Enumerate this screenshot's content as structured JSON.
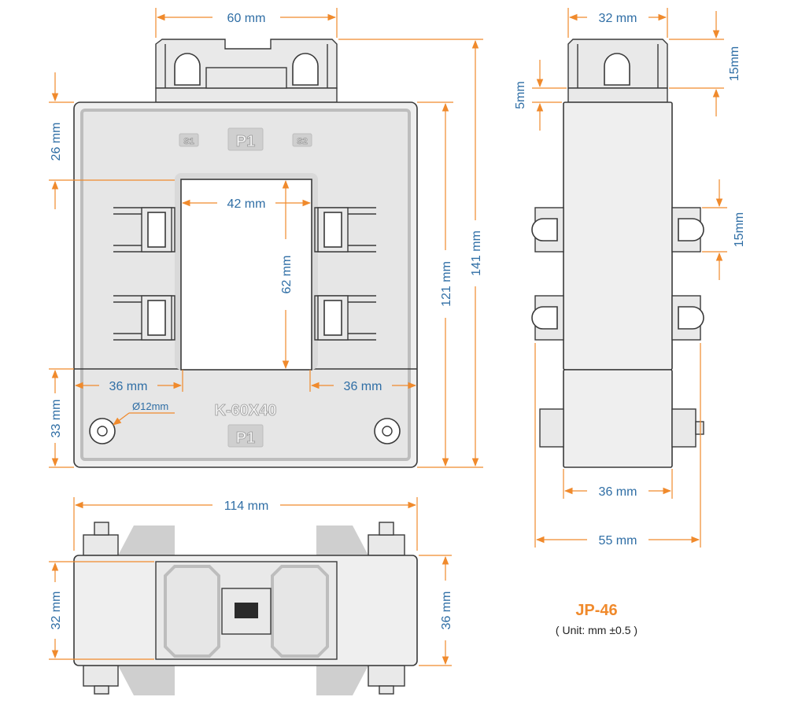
{
  "model": {
    "code": "JP-46",
    "unit_note": "( Unit: mm ±0.5 )"
  },
  "markings": {
    "s1": "S1",
    "p1": "P1",
    "s2": "S2",
    "body_code": "K-60X40",
    "p1_bottom": "P1",
    "hole_diameter": "Ø12mm"
  },
  "front_view": {
    "top_width": "60 mm",
    "window_width": "42 mm",
    "window_height": "62 mm",
    "top_margin": "26 mm",
    "bottom_margin": "33 mm",
    "left_side": "36 mm",
    "right_side": "36 mm",
    "body_height": "121 mm",
    "total_height": "141 mm"
  },
  "side_view": {
    "top_width": "32 mm",
    "cap_height": "15mm",
    "cap_step": "5mm",
    "clip_height": "15mm",
    "body_width": "36 mm",
    "total_width": "55 mm"
  },
  "bottom_view": {
    "total_width": "114 mm",
    "left_height": "32 mm",
    "right_height": "36 mm"
  },
  "colors": {
    "dimension_line": "#f08a2c",
    "dimension_text": "#2f6ea5",
    "outline": "#3a3a3a",
    "body": "#efefef",
    "title": "#f08a2c"
  }
}
